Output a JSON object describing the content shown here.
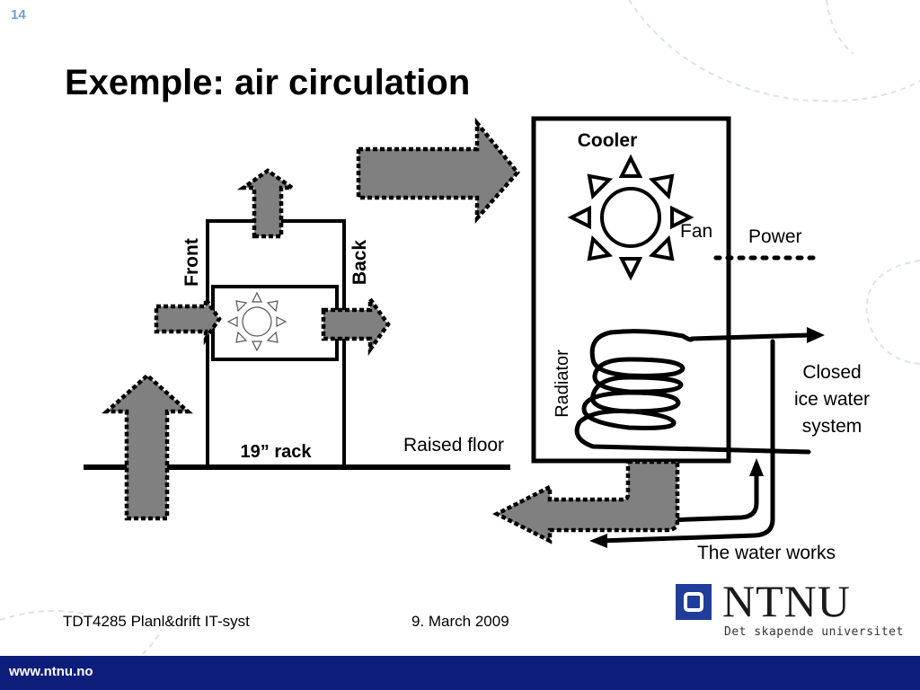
{
  "slide": {
    "number": "14",
    "title": "Exemple: air circulation"
  },
  "diagram": {
    "cooler_label": "Cooler",
    "fan_label": "Fan",
    "power_label": "Power",
    "radiator_label": "Radiator",
    "closed_system_lines": [
      "Closed",
      "ice water",
      "system"
    ],
    "water_works_label": "The water works",
    "raised_floor_label": "Raised floor",
    "rack_label": "19” rack",
    "front_label": "Front",
    "back_label": "Back"
  },
  "footer": {
    "course": "TDT4285 Planl&drift IT-syst",
    "date": "9. March 2009",
    "url": "www.ntnu.no"
  },
  "logo": {
    "word": "NTNU",
    "tagline": "Det skapende universitet"
  },
  "colors": {
    "arrow_fill": "#808080",
    "footer_bar": "#0c1e7a",
    "logo_blue": "#1f3d99",
    "slide_number": "#6f9fd6"
  }
}
